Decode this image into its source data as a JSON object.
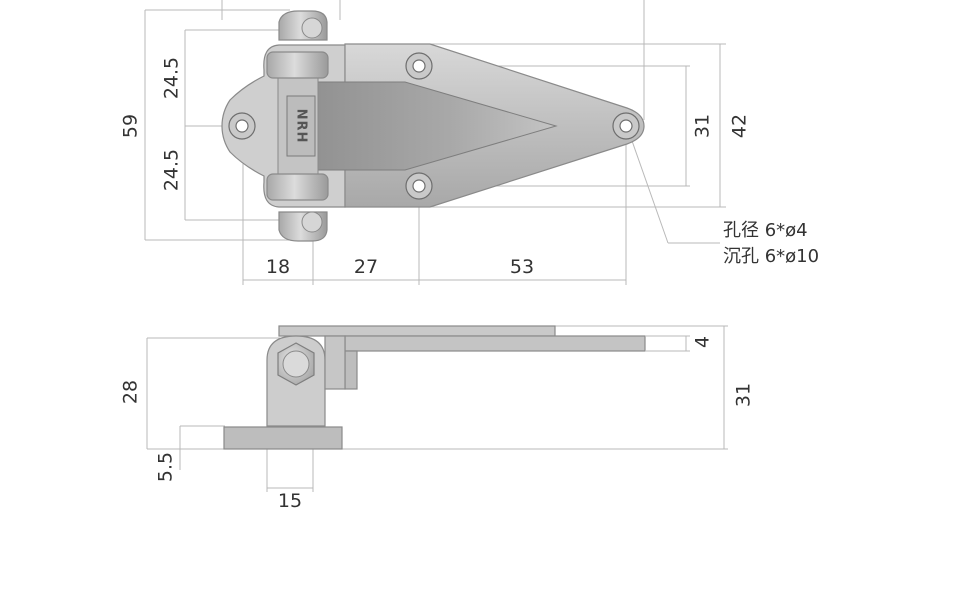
{
  "top_view": {
    "dim_height_total": "59",
    "dim_upper_half": "24.5",
    "dim_lower_half": "24.5",
    "dim_inner_width": "31",
    "dim_outer_width": "42",
    "dim_seg_1": "18",
    "dim_seg_2": "27",
    "dim_seg_3": "53",
    "logo_text": "NRH",
    "hole_note_line1": "孔径 6*ø4",
    "hole_note_line2": "沉孔 6*ø10"
  },
  "side_view": {
    "dim_height_left": "28",
    "dim_base_thickness": "5.5",
    "dim_base_width": "15",
    "dim_plate_thickness": "4",
    "dim_height_right": "31"
  },
  "colors": {
    "part_fill_light": "#cfcfcf",
    "part_fill_mid": "#bdbdbd",
    "part_fill_dark": "#9c9c9c",
    "dimension_line": "#b9b9b9",
    "text": "#333333"
  }
}
